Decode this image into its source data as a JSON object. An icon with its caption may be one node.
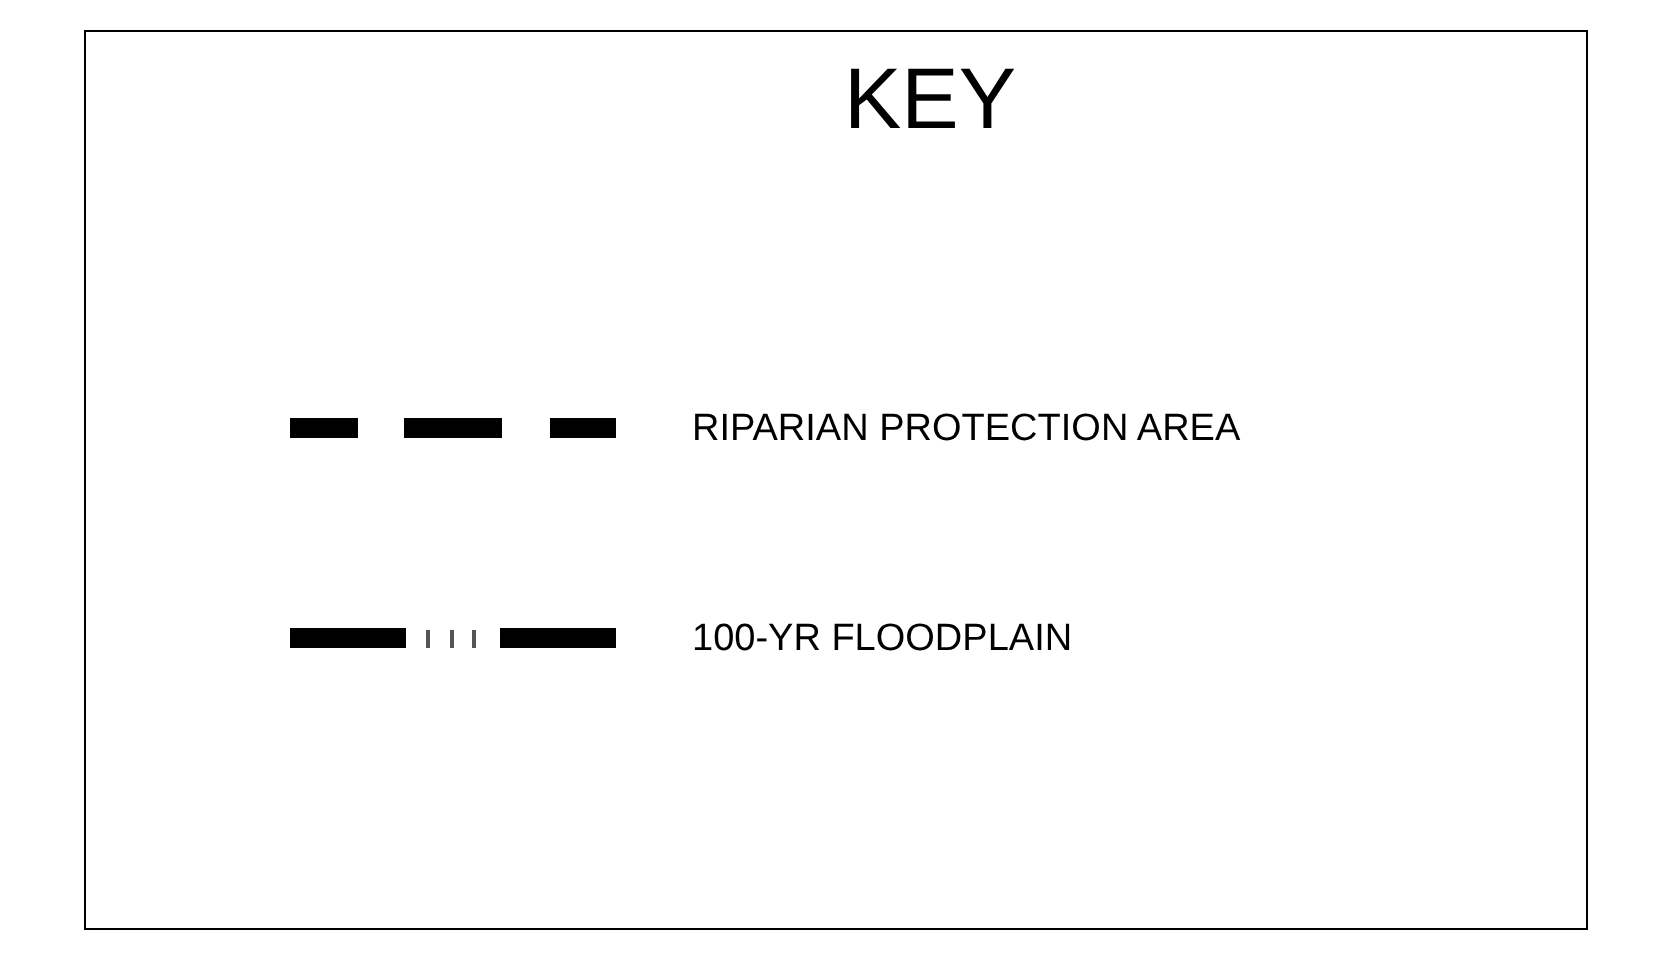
{
  "diagram": {
    "title": "KEY",
    "legend": [
      {
        "text": "RIPARIAN PROTECTION AREA"
      },
      {
        "text": "100-YR FLOODPLAIN"
      }
    ]
  }
}
